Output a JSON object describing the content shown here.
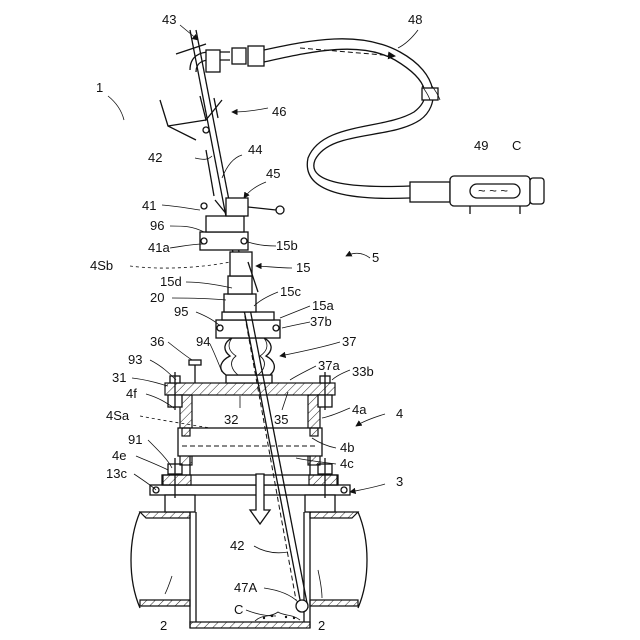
{
  "figure": {
    "labels": {
      "l1": "1",
      "l2a": "2",
      "l2b": "2",
      "l3": "3",
      "l4": "4",
      "l4a": "4a",
      "l4b": "4b",
      "l4c": "4c",
      "l4e": "4e",
      "l4f": "4f",
      "l4Sa": "4Sa",
      "l4Sb": "4Sb",
      "l5": "5",
      "l13c": "13c",
      "l15": "15",
      "l15a": "15a",
      "l15b": "15b",
      "l15c": "15c",
      "l15d": "15d",
      "l20": "20",
      "l31": "31",
      "l32": "32",
      "l33b": "33b",
      "l35": "35",
      "l36": "36",
      "l37": "37",
      "l37a": "37a",
      "l37b": "37b",
      "l41": "41",
      "l41a": "41a",
      "l42a": "42",
      "l42b": "42",
      "l43": "43",
      "l44": "44",
      "l45": "45",
      "l46": "46",
      "l47A": "47A",
      "l48": "48",
      "l49": "49",
      "lCa": "C",
      "lCb": "C",
      "l91": "91",
      "l93": "93",
      "l94": "94",
      "l95": "95",
      "l96": "96"
    }
  }
}
